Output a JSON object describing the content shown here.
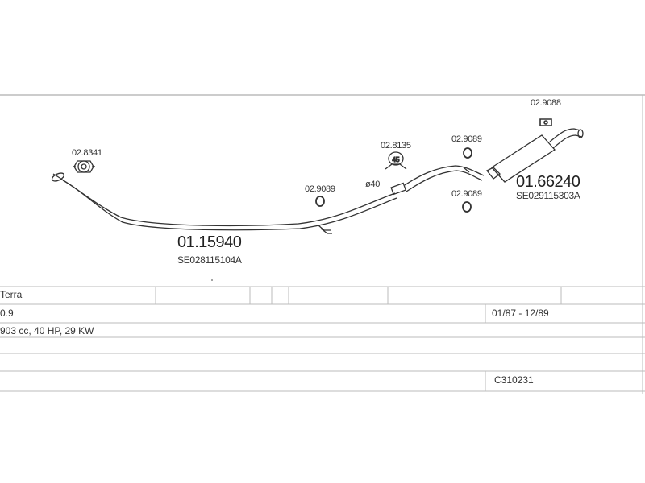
{
  "diagram": {
    "parts": {
      "front_pipe": {
        "number": "01.15940",
        "oe": "SE028115104A"
      },
      "rear_silencer": {
        "number": "01.66240",
        "oe": "SE029115303A"
      },
      "clamp_front": "02.8341",
      "ring_front": "02.9089",
      "gasket_mid": "02.8135",
      "ring_upper": "02.9089",
      "ring_lower": "02.9089",
      "hanger_rear": "02.9088"
    },
    "angle_label": "45",
    "diameter_label": "ø40"
  },
  "table": {
    "model": "Terra",
    "engine": "0.9",
    "years": "01/87 - 12/89",
    "spec": "903 cc, 40 HP, 29 KW",
    "code": "C310231"
  }
}
